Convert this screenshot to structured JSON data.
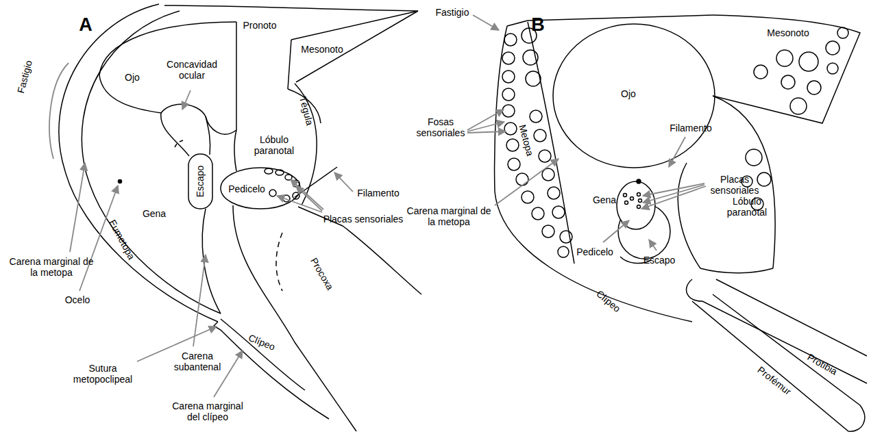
{
  "diagram": {
    "labels": [
      "A",
      "Fastigio",
      "Concavidad ocular",
      "Ojo",
      "Pronoto",
      "Mesonoto",
      "Tégula",
      "Lóbulo paranotal",
      "Escapo",
      "Pedicelo",
      "Filamento",
      "Placas sensoriales",
      "Carena marginal de la metopa",
      "Ocelo",
      "Eumetopa",
      "Gena",
      "Carena subantenal",
      "Sutura metopoclipeal",
      "Carena marginal del clípeo",
      "Clípeo",
      "Procoxa",
      "B",
      "Fastigio",
      "Fosas sensoriales",
      "Mesonoto",
      "Ojo",
      "Filamento",
      "Metopa",
      "Placas sensoriales",
      "Carena marginal de la metopa",
      "Gena",
      "Lóbulo paranotal",
      "Pedicelo",
      "Escapo",
      "Clípeo",
      "Protibia",
      "Profémur"
    ]
  }
}
